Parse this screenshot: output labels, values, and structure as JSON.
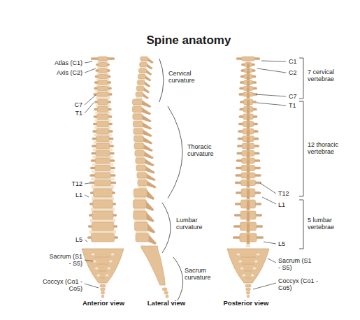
{
  "diagram": {
    "title": "Spine anatomy",
    "labels": [
      "Atlas (C1)",
      "Axis (C2)",
      "C7",
      "T1",
      "T12",
      "L1",
      "L5",
      "Sacrum (S1 - S5)",
      "Coccyx (Co1 - Co5)",
      "Anterior view",
      "Cervical curvature",
      "Thoracic curvature",
      "Lumbar curvature",
      "Sacrum curvature",
      "Lateral view",
      "C1",
      "C2",
      "C7",
      "T1",
      "T12",
      "L1",
      "L5",
      "Sacrum (S1 - S5)",
      "Coccyx (Co1 - Co5)",
      "7 cervical vertebrae",
      "12 thoracic vertebrae",
      "5 lumbar vertebrae",
      "Posterior view"
    ]
  }
}
